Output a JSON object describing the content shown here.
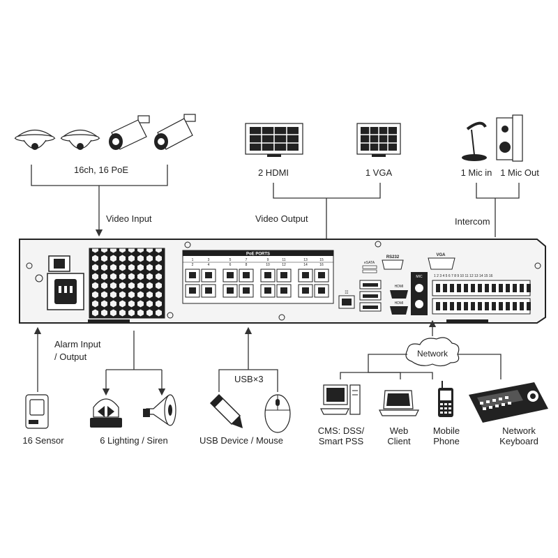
{
  "top": {
    "cameras_label": "16ch, 16 PoE",
    "video_input_label": "Video Input",
    "hdmi_label": "2 HDMI",
    "vga_label": "1 VGA",
    "video_output_label": "Video Output",
    "mic_in_label": "1 Mic in",
    "mic_out_label": "1 Mic Out",
    "intercom_label": "Intercom"
  },
  "nvr": {
    "poe_header": "PoE PORTS",
    "poe_numbers_top": [
      "1",
      "3",
      "5",
      "7",
      "9",
      "11",
      "13",
      "15"
    ],
    "poe_numbers_bottom": [
      "2",
      "4",
      "6",
      "8",
      "10",
      "12",
      "14",
      "16"
    ],
    "rs232_label": "RS232",
    "esata_label": "eSATA",
    "vga_label": "VGA",
    "hdmi_label": "HDMI",
    "mic_label": "MIC",
    "alarm_header": "1 2 3 4 5 6 7 8 9 10 11 12 13 14 15 16"
  },
  "bottom": {
    "alarm_io_line1": "Alarm Input",
    "alarm_io_line2": "/ Output",
    "sensor_label": "16 Sensor",
    "lighting_label": "6 Lighting / Siren",
    "usb_count_label": "USB×3",
    "usb_label": "USB Device / Mouse",
    "network_label": "Network",
    "cms_line1": "CMS: DSS/",
    "cms_line2": "Smart PSS",
    "web_line1": "Web",
    "web_line2": "Client",
    "mobile_line1": "Mobile",
    "mobile_line2": "Phone",
    "keyboard_line1": "Network",
    "keyboard_line2": "Keyboard"
  },
  "colors": {
    "line": "#333333",
    "panel": "#f4f4f4",
    "device_fill": "#ffffff",
    "dark": "#222222"
  }
}
